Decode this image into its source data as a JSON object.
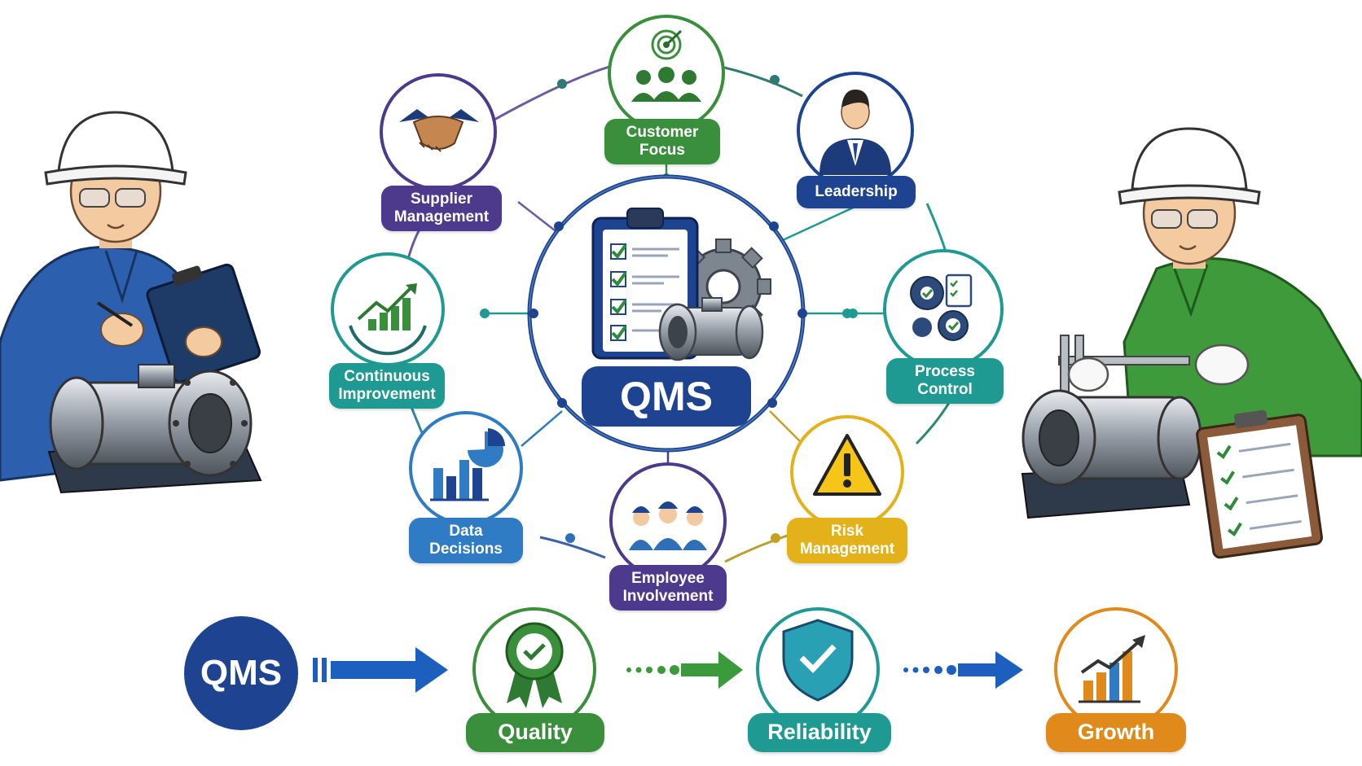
{
  "center": {
    "label": "QMS",
    "icon": "clipboard-gear-valve-icon"
  },
  "principles": [
    {
      "key": "customer",
      "label": "Customer\nFocus",
      "color": "#3a8f3c",
      "icon": "target-team-icon"
    },
    {
      "key": "leadership",
      "label": "Leadership",
      "color": "#1d4391",
      "icon": "businessman-icon"
    },
    {
      "key": "process",
      "label": "Process\nControl",
      "color": "#1f9a93",
      "icon": "gears-checklist-icon"
    },
    {
      "key": "risk",
      "label": "Risk\nManagement",
      "color": "#e3b21b",
      "icon": "warning-icon"
    },
    {
      "key": "employee",
      "label": "Employee\nInvolvement",
      "color": "#4e3a8c",
      "icon": "workers-group-icon"
    },
    {
      "key": "data",
      "label": "Data\nDecisions",
      "color": "#2f7cc4",
      "icon": "bar-pie-chart-icon"
    },
    {
      "key": "continuous",
      "label": "Continuous\nImprovement",
      "color": "#1f9a93",
      "icon": "growth-arrow-icon"
    },
    {
      "key": "supplier",
      "label": "Supplier\nManagement",
      "color": "#4e3a8c",
      "icon": "handshake-icon"
    }
  ],
  "flow": {
    "start": "QMS",
    "steps": [
      {
        "label": "Quality",
        "color": "#3a8f3c",
        "icon": "award-badge-icon"
      },
      {
        "label": "Reliability",
        "color": "#1f9a93",
        "icon": "shield-check-icon"
      },
      {
        "label": "Growth",
        "color": "#e08a1b",
        "icon": "growth-chart-icon"
      }
    ]
  },
  "colors": {
    "navy": "#1d4391",
    "blue_arrow": "#1d5fbf",
    "green_arrow": "#3a9a3c"
  }
}
